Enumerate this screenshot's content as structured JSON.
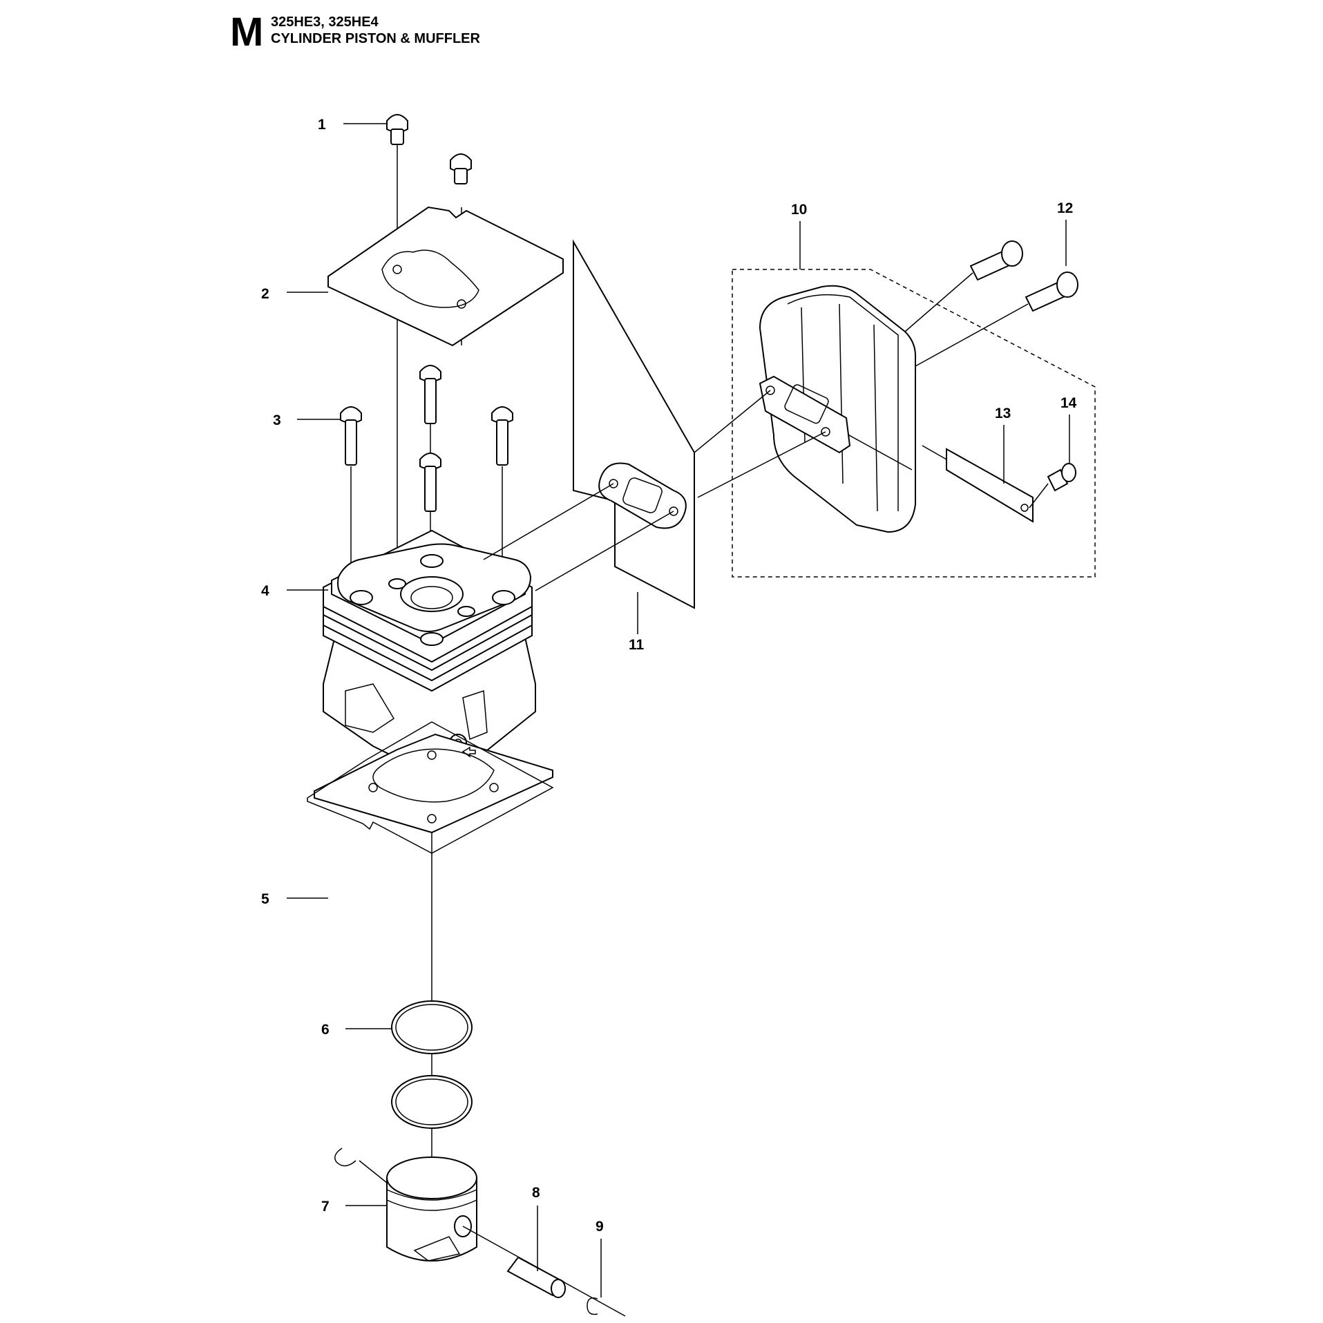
{
  "header": {
    "section_letter": "M",
    "models": "325HE3, 325HE4",
    "title": "CYLINDER PISTON & MUFFLER"
  },
  "callouts": {
    "c1": "1",
    "c2": "2",
    "c3": "3",
    "c4": "4",
    "c5": "5",
    "c6": "6",
    "c7": "7",
    "c8": "8",
    "c9": "9",
    "c10": "10",
    "c11": "11",
    "c12": "12",
    "c13": "13",
    "c14": "14"
  }
}
